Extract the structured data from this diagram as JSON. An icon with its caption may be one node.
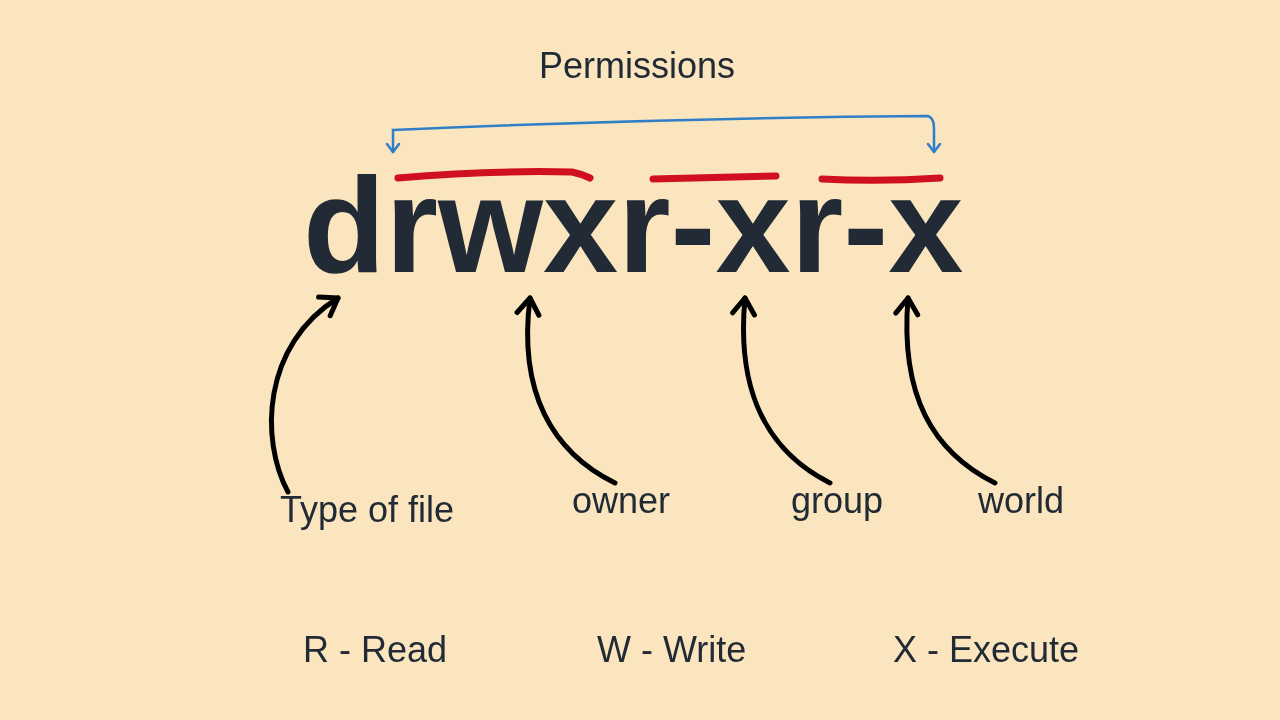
{
  "diagram": {
    "nodes": [
      {
        "text": [
          "drwxr-xr-x"
        ]
      },
      {
        "text": [
          "Type of file"
        ]
      },
      {
        "text": [
          "owner"
        ]
      },
      {
        "text": [
          "group"
        ]
      },
      {
        "text": [
          "world"
        ]
      }
    ],
    "edges": [
      {
        "from": 1,
        "to": 0,
        "arrow": "to"
      },
      {
        "from": 2,
        "to": 0,
        "arrow": "to"
      },
      {
        "from": 3,
        "to": 0,
        "arrow": "to"
      },
      {
        "from": 4,
        "to": 0,
        "arrow": "to"
      }
    ],
    "labels": [
      "Permissions",
      "R - Read",
      "W - Write",
      "X - Execute"
    ]
  }
}
